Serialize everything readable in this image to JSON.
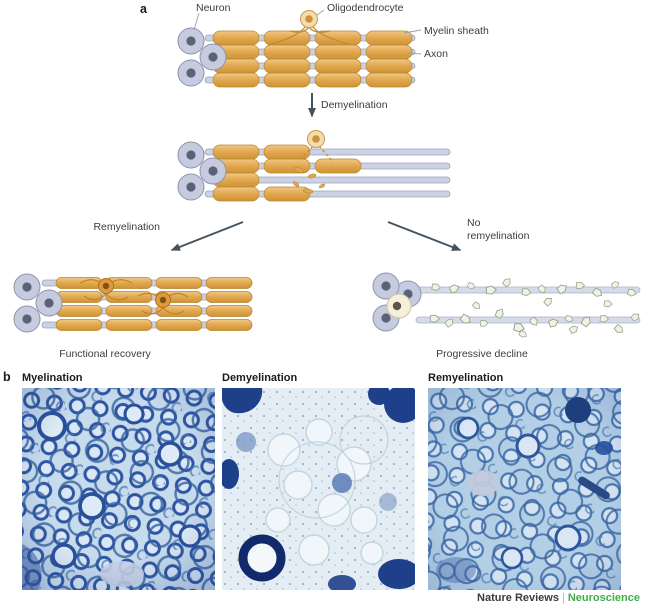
{
  "panel_a": {
    "label": "a",
    "annotations": {
      "neuron": "Neuron",
      "oligodendrocyte": "Oligodendrocyte",
      "myelin_sheath": "Myelin sheath",
      "axon": "Axon"
    },
    "process_labels": {
      "demyelination": "Demyelination",
      "remyelination": "Remyelination",
      "no_remyelination_line1": "No",
      "no_remyelination_line2": "remyelination"
    },
    "outcomes": {
      "left": "Functional recovery",
      "right": "Progressive decline"
    }
  },
  "panel_b": {
    "label": "b",
    "micrographs": [
      {
        "label": "Myelination"
      },
      {
        "label": "Demyelination"
      },
      {
        "label": "Remyelination"
      }
    ]
  },
  "footer": {
    "journal": "Nature Reviews",
    "separator": "|",
    "section": "Neuroscience"
  },
  "colors": {
    "myelin_orange": "#e2a84f",
    "new_oligodendrocyte_orange": "#e09a3c",
    "neuron_body_lavender": "#c6cbdf",
    "axon_gray": "#ccd2e3",
    "arrow_slate": "#44535e",
    "micrograph_blue": "#2e55a3",
    "footer_green": "#3fae49"
  }
}
